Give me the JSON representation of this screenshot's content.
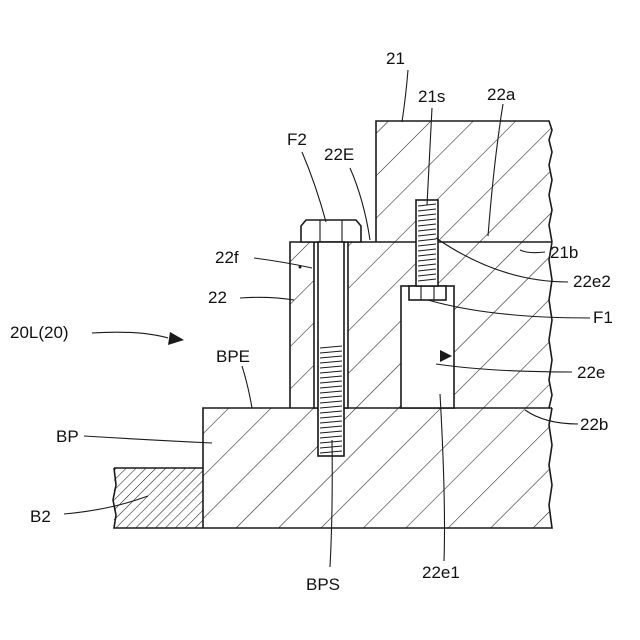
{
  "labels": {
    "l21": "21",
    "l21s": "21s",
    "l22a": "22a",
    "lF2": "F2",
    "l22E": "22E",
    "l22f": "22f",
    "l21b": "21b",
    "l22e2": "22e2",
    "l22": "22",
    "lF1": "F1",
    "l20L": "20L(20)",
    "lBPE": "BPE",
    "l22e": "22e",
    "l22b": "22b",
    "lBP": "BP",
    "lB2": "B2",
    "lBPS": "BPS",
    "l22e1": "22e1"
  }
}
